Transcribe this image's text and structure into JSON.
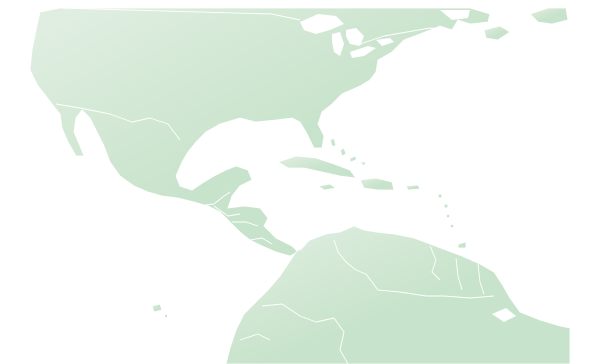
{
  "map": {
    "land_color": "#c8e3cb",
    "land_highlight": "#e2efe3",
    "water_color": "#ffffff",
    "border_color": "#ffffff",
    "regions": [
      {
        "id": "north-america"
      },
      {
        "id": "mexico"
      },
      {
        "id": "central-america"
      },
      {
        "id": "cuba"
      },
      {
        "id": "hispaniola"
      },
      {
        "id": "puerto-rico"
      },
      {
        "id": "jamaica"
      },
      {
        "id": "south-america"
      },
      {
        "id": "galapagos"
      }
    ]
  }
}
